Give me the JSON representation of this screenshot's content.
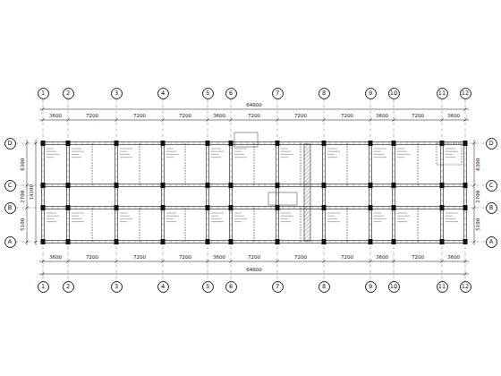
{
  "diagram": {
    "nodes": [
      {
        "text": [
          "1"
        ]
      },
      {
        "text": [
          "2"
        ]
      },
      {
        "text": [
          "3"
        ]
      },
      {
        "text": [
          "4"
        ]
      },
      {
        "text": [
          "5"
        ]
      },
      {
        "text": [
          "6"
        ]
      },
      {
        "text": [
          "7"
        ]
      },
      {
        "text": [
          "8"
        ]
      },
      {
        "text": [
          "9"
        ]
      },
      {
        "text": [
          "10"
        ]
      },
      {
        "text": [
          "11"
        ]
      },
      {
        "text": [
          "12"
        ]
      },
      {
        "text": [
          "D"
        ]
      },
      {
        "text": [
          "D"
        ]
      },
      {
        "text": [
          "C"
        ]
      },
      {
        "text": [
          "C"
        ]
      },
      {
        "text": [
          "B"
        ]
      },
      {
        "text": [
          "B"
        ]
      },
      {
        "text": [
          "A"
        ]
      },
      {
        "text": [
          "A"
        ]
      },
      {
        "text": [
          "1"
        ]
      },
      {
        "text": [
          "2"
        ]
      },
      {
        "text": [
          "3"
        ]
      },
      {
        "text": [
          "4"
        ]
      },
      {
        "text": [
          "5"
        ]
      },
      {
        "text": [
          "6"
        ]
      },
      {
        "text": [
          "7"
        ]
      },
      {
        "text": [
          "8"
        ]
      },
      {
        "text": [
          "9"
        ]
      },
      {
        "text": [
          "10"
        ]
      },
      {
        "text": [
          "11"
        ]
      },
      {
        "text": [
          "12"
        ]
      }
    ],
    "labels": [
      "64800",
      "3600",
      "7200",
      "7200",
      "7200",
      "3600",
      "7200",
      "7200",
      "7200",
      "3600",
      "7200",
      "3600",
      "3600",
      "7200",
      "7200",
      "7200",
      "3600",
      "7200",
      "7200",
      "7200",
      "3600",
      "7200",
      "3600",
      "64800",
      "6300",
      "2700",
      "5100",
      "14100",
      "6300",
      "2700",
      "5100"
    ]
  }
}
